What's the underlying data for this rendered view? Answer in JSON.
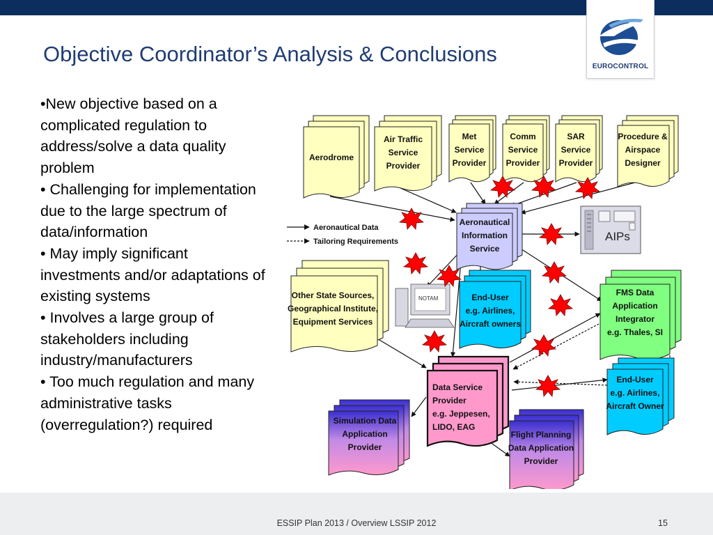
{
  "title": "Objective Coordinator’s Analysis & Conclusions",
  "logo": {
    "text": "EUROCONTROL"
  },
  "bullets": [
    "•New objective based on a complicated regulation to address/solve a data quality problem",
    "• Challenging for implementation due to the large spectrum of data/information",
    "• May imply significant investments and/or adaptations of existing systems",
    "• Involves a large group of stakeholders including industry/manufacturers",
    "• Too much regulation and many administrative tasks (overregulation?) required"
  ],
  "diagram": {
    "legend": {
      "aeronautical_data": "Aeronautical Data",
      "tailoring_requirements": "Tailoring Requirements"
    },
    "nodes": {
      "aerodrome": [
        "Aerodrome"
      ],
      "air_traffic": [
        "Air Traffic",
        "Service",
        "Provider"
      ],
      "met": [
        "Met",
        "Service",
        "Provider"
      ],
      "comm": [
        "Comm",
        "Service",
        "Provider"
      ],
      "sar": [
        "SAR",
        "Service",
        "Provider"
      ],
      "procedure": [
        "Procedure &",
        "Airspace",
        "Designer"
      ],
      "ais": [
        "Aeronautical",
        "Information",
        "Service"
      ],
      "aips": [
        "AIPs"
      ],
      "other_state": [
        "Other State Sources,",
        "Geographical Institute,",
        "Equipment Services"
      ],
      "notam": [
        "NOTAM"
      ],
      "end_user_center": [
        "End-User",
        "e.g. Airlines,",
        "Aircraft owners"
      ],
      "fms": [
        "FMS Data",
        "Application",
        "Integrator",
        "e.g. Thales, SI"
      ],
      "data_service": [
        "Data Service",
        "Provider",
        "e.g. Jeppesen,",
        "LIDO, EAG"
      ],
      "end_user_right": [
        "End-User",
        "e.g. Airlines,",
        "Aircraft Owner"
      ],
      "simulation": [
        "Simulation Data",
        "Application",
        "Provider"
      ],
      "flight_planning": [
        "Flight Planning",
        "Data Application",
        "Provider"
      ]
    },
    "colors": {
      "yellow": "#ffffc0",
      "lavender": "#ccccff",
      "cyan": "#00ccff",
      "green": "#80ff80",
      "pink": "#ff99cc",
      "burst": "#ff0000",
      "title_blue": "#1f3c74",
      "top_bar": "#0c2e5e"
    }
  },
  "footer": {
    "text": "ESSIP Plan 2013 / Overview LSSIP 2012",
    "page_number": "15"
  }
}
